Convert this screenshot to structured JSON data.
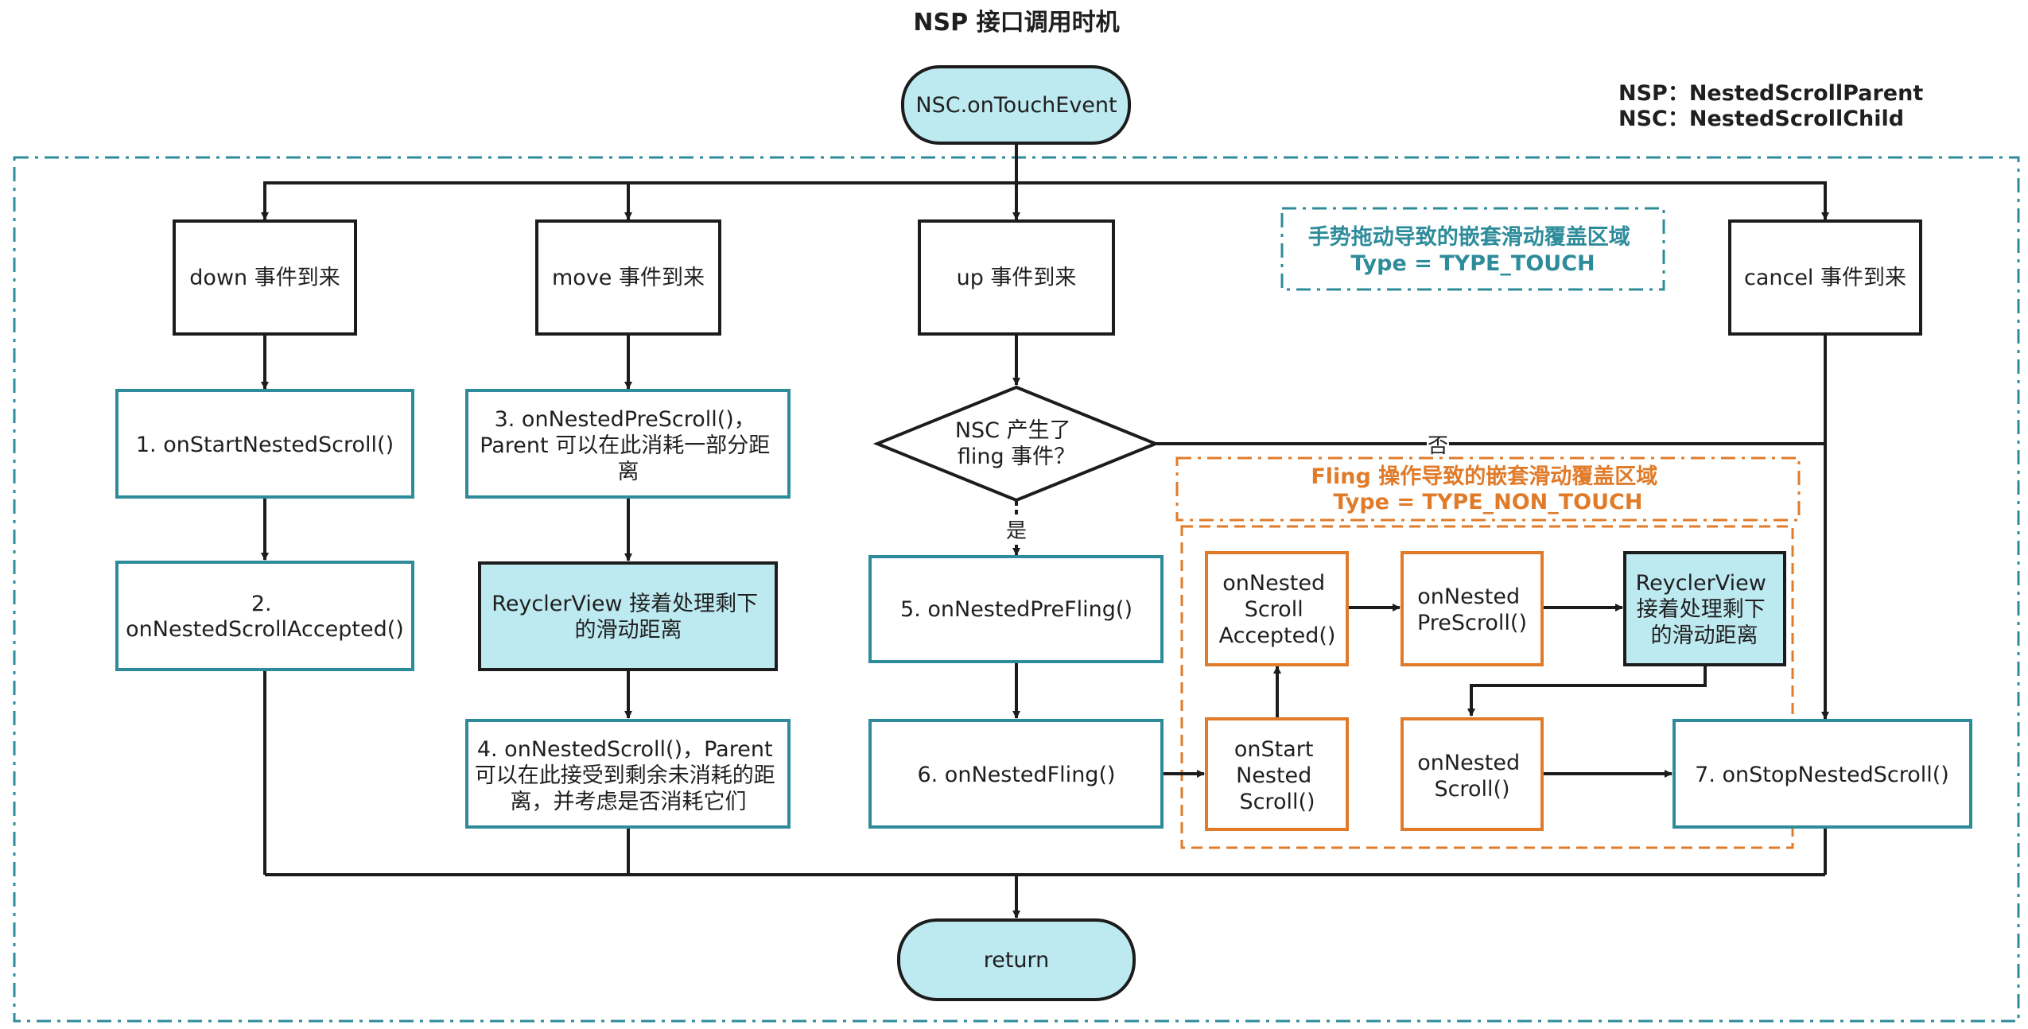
{
  "title": "NSP 接口调用时机",
  "legend": [
    "NSP：NestedScrollParent",
    "NSC：NestedScrollChild"
  ],
  "regions": {
    "touch": [
      "手势拖动导致的嵌套滑动覆盖区域",
      "Type = TYPE_TOUCH"
    ],
    "fling": [
      "Fling 操作导致的嵌套滑动覆盖区域",
      "Type = TYPE_NON_TOUCH"
    ]
  },
  "nodes": {
    "start": [
      "NSC.onTouchEvent"
    ],
    "down": [
      "down 事件到来"
    ],
    "move": [
      "move 事件到来"
    ],
    "up": [
      "up 事件到来"
    ],
    "cancel": [
      "cancel 事件到来"
    ],
    "step1": [
      "1. onStartNestedScroll()"
    ],
    "step2": [
      "2.",
      "onNestedScrollAccepted()"
    ],
    "step3": [
      "3. onNestedPreScroll()，",
      "Parent 可以在此消耗一部分距",
      "离"
    ],
    "rv1": [
      "ReyclerView 接着处理剩下",
      "的滑动距离"
    ],
    "step4": [
      "4. onNestedScroll()，Parent",
      "可以在此接受到剩余未消耗的距",
      "离，并考虑是否消耗它们"
    ],
    "decision": [
      "NSC 产生了",
      "fling 事件？"
    ],
    "step5": [
      "5. onNestedPreFling()"
    ],
    "step6": [
      "6. onNestedFling()"
    ],
    "f_accepted": [
      "onNested",
      "Scroll",
      "Accepted()"
    ],
    "f_prescroll": [
      "onNested",
      "PreScroll()"
    ],
    "rv2": [
      "ReyclerView",
      "接着处理剩下",
      "的滑动距离"
    ],
    "f_start": [
      "onStart",
      "Nested",
      "Scroll()"
    ],
    "f_scroll": [
      "onNested",
      "Scroll()"
    ],
    "step7": [
      "7. onStopNestedScroll()"
    ],
    "ret": [
      "return"
    ]
  },
  "labels": {
    "yes": "是",
    "no": "否"
  },
  "colors": {
    "teal": "#2e8c9a",
    "orange": "#e07b2a",
    "fill": "#bde9f0",
    "line": "#1c1c1c"
  }
}
